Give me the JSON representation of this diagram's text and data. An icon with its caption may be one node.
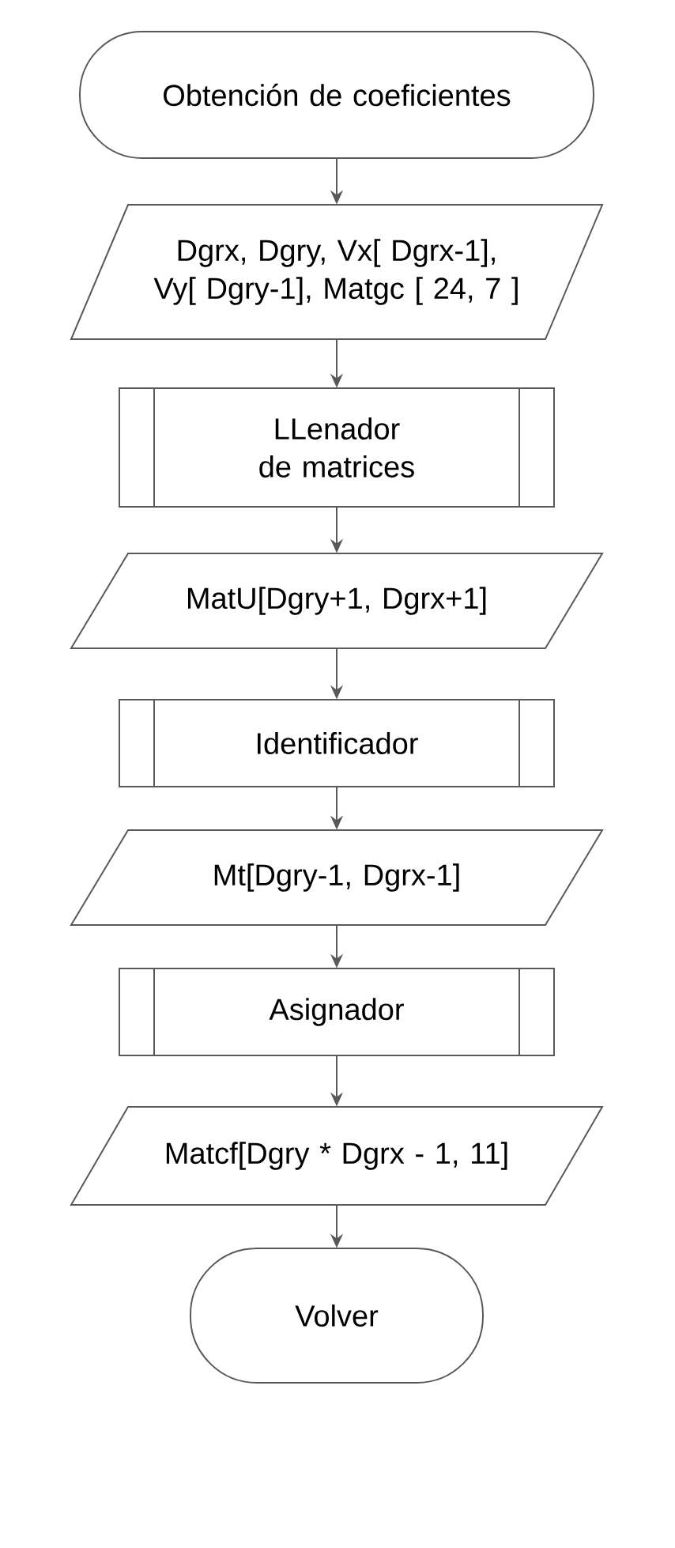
{
  "diagram": {
    "nodes": [
      {
        "text": [
          "Obtención de coeficientes"
        ]
      },
      {
        "text": [
          "Dgrx, Dgry, Vx[ Dgrx-1], Vy[ Dgry-1], Matgc [ 24, 7 ]"
        ]
      },
      {
        "text": [
          "LLenador de matrices"
        ]
      },
      {
        "text": [
          "MatU[Dgry+1, Dgrx+1]"
        ]
      },
      {
        "text": [
          "Identificador"
        ]
      },
      {
        "text": [
          "Mt[Dgry-1, Dgrx-1]"
        ]
      },
      {
        "text": [
          "Asignador"
        ]
      },
      {
        "text": [
          "Matcf[Dgry * Dgrx - 1, 11]"
        ]
      },
      {
        "text": [
          "Volver"
        ]
      }
    ],
    "edges": [
      {
        "from": 0,
        "to": 1,
        "arrow": "to"
      },
      {
        "from": 1,
        "to": 2,
        "arrow": "to"
      },
      {
        "from": 2,
        "to": 3,
        "arrow": "to"
      },
      {
        "from": 3,
        "to": 4,
        "arrow": "to"
      },
      {
        "from": 4,
        "to": 5,
        "arrow": "to"
      },
      {
        "from": 5,
        "to": 6,
        "arrow": "to"
      },
      {
        "from": 6,
        "to": 7,
        "arrow": "to"
      },
      {
        "from": 7,
        "to": 8,
        "arrow": "to"
      }
    ]
  }
}
